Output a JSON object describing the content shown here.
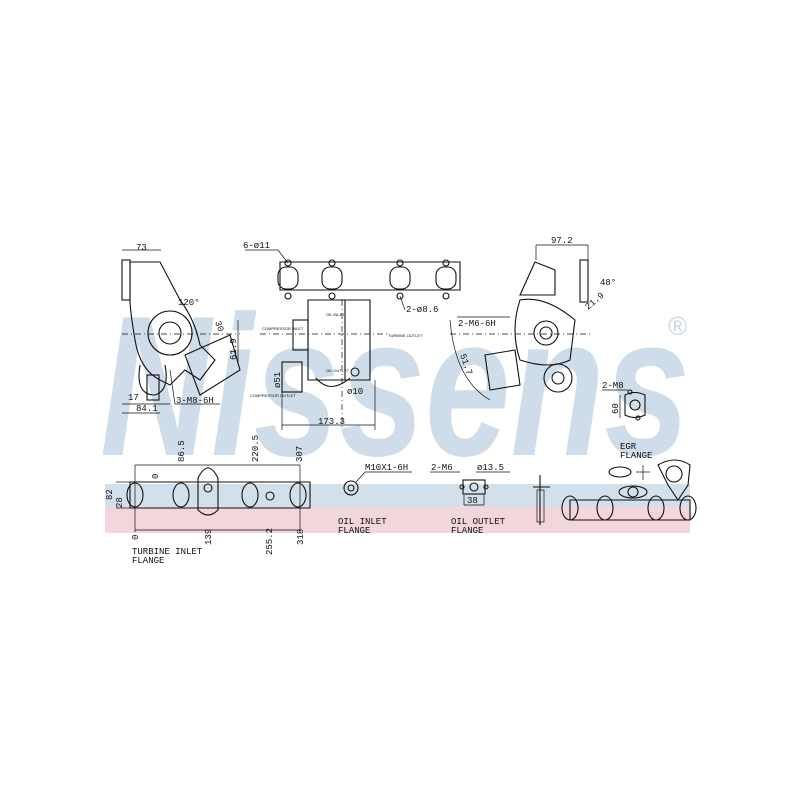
{
  "watermark": {
    "brand": "Nissens",
    "registered": "®",
    "color": "#c6d8e6"
  },
  "bands": {
    "blue": "#c6d8e6",
    "pink": "#f2d6dc"
  },
  "left_view": {
    "dims": [
      "73",
      "120°",
      "30",
      "61.9",
      "17",
      "84.1",
      "3-M8-6H"
    ]
  },
  "middle_view": {
    "dims": [
      "6-ø11",
      "2-ø8.6",
      "ø51",
      "ø10",
      "173.3"
    ],
    "small_labels": [
      "COMPRESSOR INLET",
      "TURBINE OUTLET",
      "OIL INLET",
      "OIL OUTLET",
      "COMPRESSOR OUTLET"
    ]
  },
  "right_view": {
    "dims": [
      "97.2",
      "48°",
      "21.9",
      "2-M6-6H",
      "51.7"
    ]
  },
  "egr_flange": {
    "dims": [
      "2-M8",
      "60"
    ],
    "label_line1": "EGR",
    "label_line2": "FLANGE"
  },
  "turbine_inlet": {
    "dims_top": [
      "0",
      "86.5",
      "220.5",
      "307"
    ],
    "dims_bottom": [
      "0",
      "139",
      "255.2",
      "318"
    ],
    "dims_side": [
      "82",
      "28"
    ],
    "label_line1": "TURBINE INLET",
    "label_line2": "FLANGE"
  },
  "oil_inlet": {
    "dim": "M10X1-6H",
    "label_line1": "OIL INLET",
    "label_line2": "FLANGE"
  },
  "oil_outlet": {
    "dims": [
      "2-M6",
      "ø13.5",
      "38"
    ],
    "label_line1": "OIL OUTLET",
    "label_line2": "FLANGE"
  }
}
